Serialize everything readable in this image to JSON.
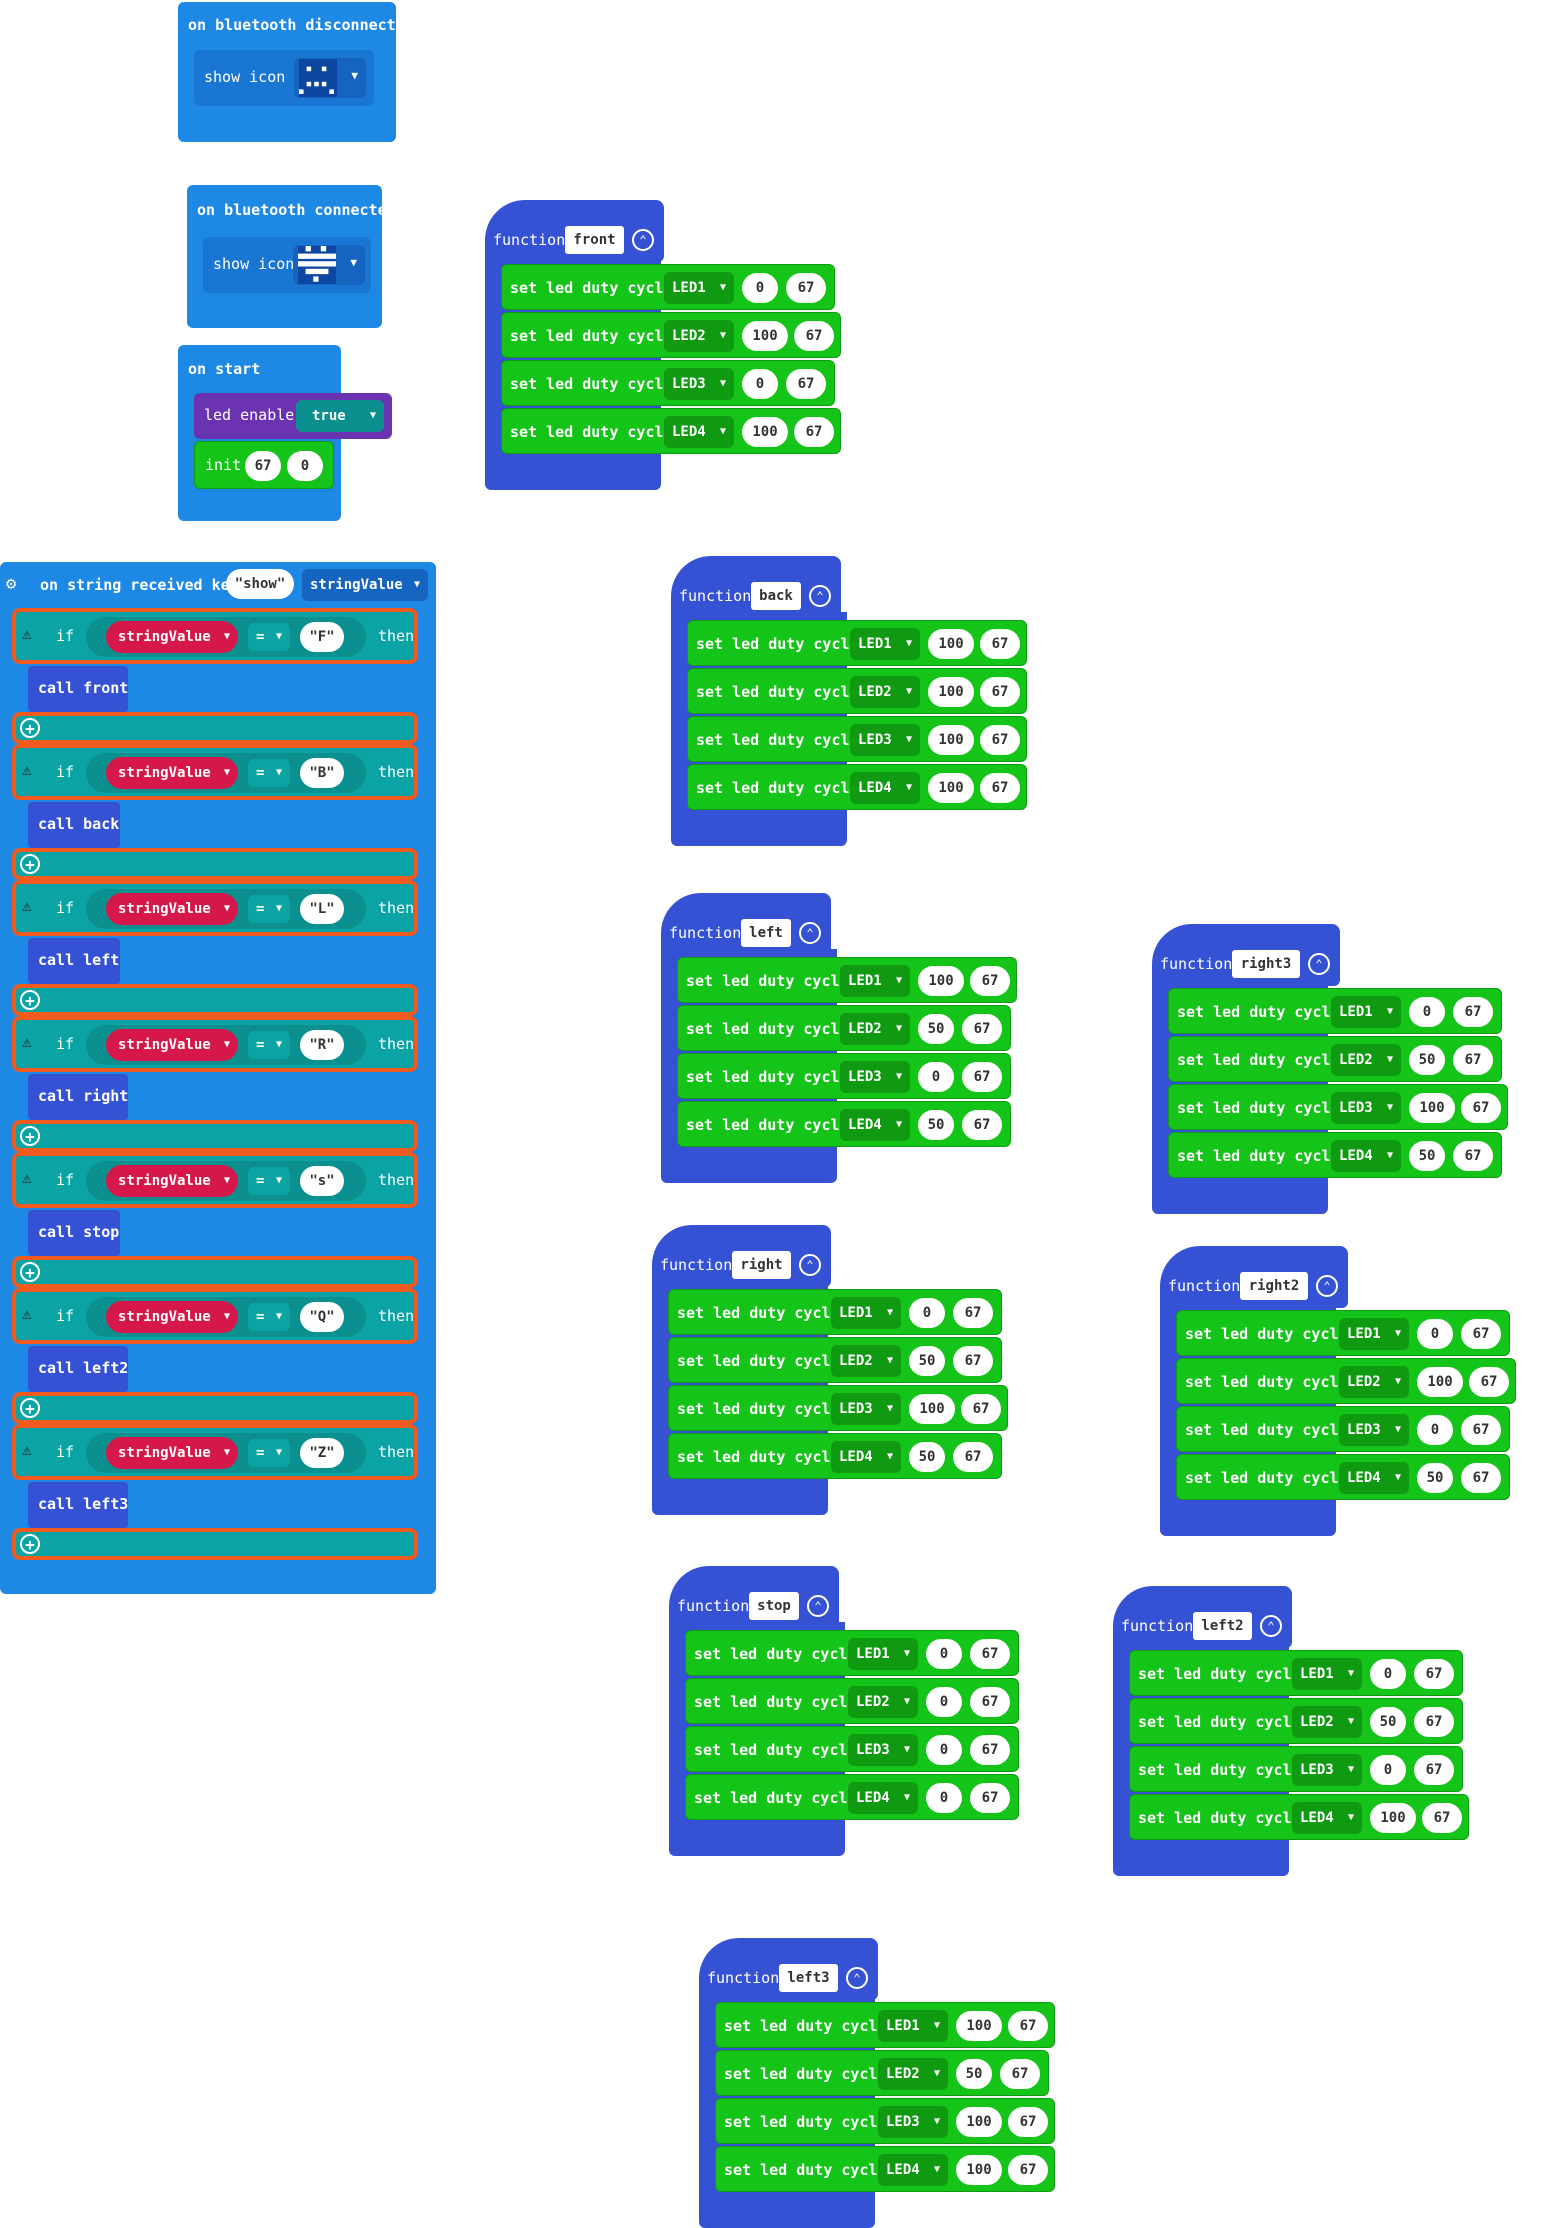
{
  "events": {
    "bt_disconnected": {
      "label": "on bluetooth disconnected",
      "show_icon": "show icon"
    },
    "bt_connected": {
      "label": "on bluetooth connected",
      "show_icon": "show icon"
    },
    "start": {
      "label": "on start",
      "led_enable": "led enable",
      "enable_value": "true",
      "init": "init",
      "init_a": "67",
      "init_b": "0"
    },
    "string_received": {
      "label": "on string received key",
      "key": "\"show\"",
      "var": "stringValue",
      "if_label": "if",
      "then_label": "then",
      "op": "=",
      "branches": [
        {
          "cmp": "\"F\"",
          "call": "call front"
        },
        {
          "cmp": "\"B\"",
          "call": "call back"
        },
        {
          "cmp": "\"L\"",
          "call": "call left"
        },
        {
          "cmp": "\"R\"",
          "call": "call right"
        },
        {
          "cmp": "\"s\"",
          "call": "call stop"
        },
        {
          "cmp": "\"Q\"",
          "call": "call left2"
        },
        {
          "cmp": "\"Z\"",
          "call": "call left3"
        }
      ]
    }
  },
  "function_label": "function",
  "set_label": "set led duty cycle",
  "functions": [
    {
      "name": "front",
      "rows": [
        [
          "LED1",
          "0",
          "67"
        ],
        [
          "LED2",
          "100",
          "67"
        ],
        [
          "LED3",
          "0",
          "67"
        ],
        [
          "LED4",
          "100",
          "67"
        ]
      ]
    },
    {
      "name": "back",
      "rows": [
        [
          "LED1",
          "100",
          "67"
        ],
        [
          "LED2",
          "100",
          "67"
        ],
        [
          "LED3",
          "100",
          "67"
        ],
        [
          "LED4",
          "100",
          "67"
        ]
      ]
    },
    {
      "name": "left",
      "rows": [
        [
          "LED1",
          "100",
          "67"
        ],
        [
          "LED2",
          "50",
          "67"
        ],
        [
          "LED3",
          "0",
          "67"
        ],
        [
          "LED4",
          "50",
          "67"
        ]
      ]
    },
    {
      "name": "right3",
      "rows": [
        [
          "LED1",
          "0",
          "67"
        ],
        [
          "LED2",
          "50",
          "67"
        ],
        [
          "LED3",
          "100",
          "67"
        ],
        [
          "LED4",
          "50",
          "67"
        ]
      ]
    },
    {
      "name": "right",
      "rows": [
        [
          "LED1",
          "0",
          "67"
        ],
        [
          "LED2",
          "50",
          "67"
        ],
        [
          "LED3",
          "100",
          "67"
        ],
        [
          "LED4",
          "50",
          "67"
        ]
      ]
    },
    {
      "name": "right2",
      "rows": [
        [
          "LED1",
          "0",
          "67"
        ],
        [
          "LED2",
          "100",
          "67"
        ],
        [
          "LED3",
          "0",
          "67"
        ],
        [
          "LED4",
          "50",
          "67"
        ]
      ]
    },
    {
      "name": "stop",
      "rows": [
        [
          "LED1",
          "0",
          "67"
        ],
        [
          "LED2",
          "0",
          "67"
        ],
        [
          "LED3",
          "0",
          "67"
        ],
        [
          "LED4",
          "0",
          "67"
        ]
      ]
    },
    {
      "name": "left2",
      "rows": [
        [
          "LED1",
          "0",
          "67"
        ],
        [
          "LED2",
          "50",
          "67"
        ],
        [
          "LED3",
          "0",
          "67"
        ],
        [
          "LED4",
          "100",
          "67"
        ]
      ]
    },
    {
      "name": "left3",
      "rows": [
        [
          "LED1",
          "100",
          "67"
        ],
        [
          "LED2",
          "50",
          "67"
        ],
        [
          "LED3",
          "100",
          "67"
        ],
        [
          "LED4",
          "100",
          "67"
        ]
      ]
    }
  ],
  "icons": {
    "disconnected": "sad-face-icon",
    "connected": "heart-icon",
    "gear": "gear-icon",
    "warning": "warning-icon",
    "add": "plus-circle-icon",
    "collapse": "chevron-up-circle-icon"
  },
  "colors": {
    "event_blue": "#1e88e5",
    "function_blue": "#3552d4",
    "set_green": "#15c418",
    "logic_teal": "#0ba3a3",
    "variable_red": "#d6174a",
    "led_purple": "#6b33b2",
    "error_orange": "#f05a1e"
  }
}
